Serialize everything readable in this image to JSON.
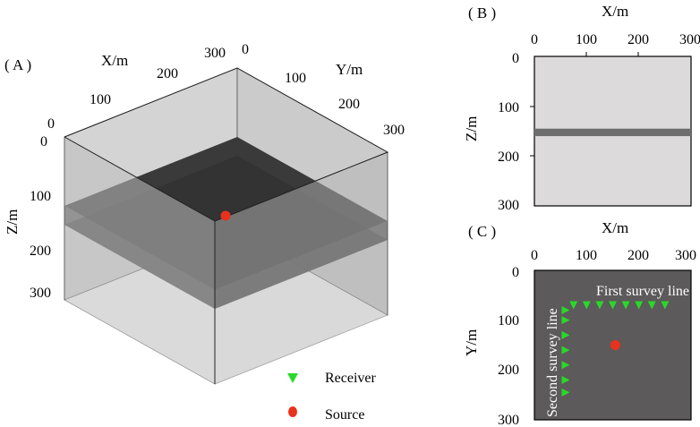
{
  "panel_a": {
    "label": "( A )",
    "x_axis": {
      "label": "X/m",
      "ticks": [
        "0",
        "100",
        "200",
        "300"
      ]
    },
    "y_axis": {
      "label": "Y/m",
      "ticks": [
        "0",
        "100",
        "200",
        "300"
      ]
    },
    "z_axis": {
      "label": "Z/m",
      "ticks": [
        "0",
        "100",
        "200",
        "300"
      ]
    },
    "colors": {
      "background_block": "#cccccc",
      "layer": "#4a4a4a",
      "source": "#e8321e"
    }
  },
  "panel_b": {
    "label": "( B )",
    "x_axis": {
      "label": "X/m",
      "ticks": [
        "0",
        "100",
        "200",
        "300"
      ]
    },
    "z_axis": {
      "label": "Z/m",
      "ticks": [
        "0",
        "100",
        "200",
        "300"
      ]
    },
    "layer_depth_range_m": [
      145,
      160
    ],
    "colors": {
      "background": "#dcdada",
      "layer": "#6e6e6e"
    }
  },
  "panel_c": {
    "label": "( C )",
    "x_axis": {
      "label": "X/m",
      "ticks": [
        "0",
        "100",
        "200",
        "300"
      ]
    },
    "y_axis": {
      "label": "Y/m",
      "ticks": [
        "0",
        "100",
        "200",
        "300"
      ]
    },
    "first_line_label": "First survey line",
    "second_line_label": "Second survey line",
    "first_line_receivers": [
      [
        75,
        70
      ],
      [
        100,
        70
      ],
      [
        125,
        70
      ],
      [
        150,
        70
      ],
      [
        175,
        70
      ],
      [
        200,
        70
      ],
      [
        225,
        70
      ],
      [
        250,
        70
      ]
    ],
    "second_line_receivers": [
      [
        60,
        80
      ],
      [
        60,
        100
      ],
      [
        60,
        130
      ],
      [
        60,
        160
      ],
      [
        60,
        190
      ],
      [
        60,
        220
      ],
      [
        60,
        245
      ]
    ],
    "source": [
      155,
      150
    ],
    "colors": {
      "background": "#5c5a5a",
      "receiver": "#2ad82a",
      "source": "#e8321e"
    }
  },
  "legend": {
    "receiver_label": "Receiver",
    "source_label": "Source"
  }
}
